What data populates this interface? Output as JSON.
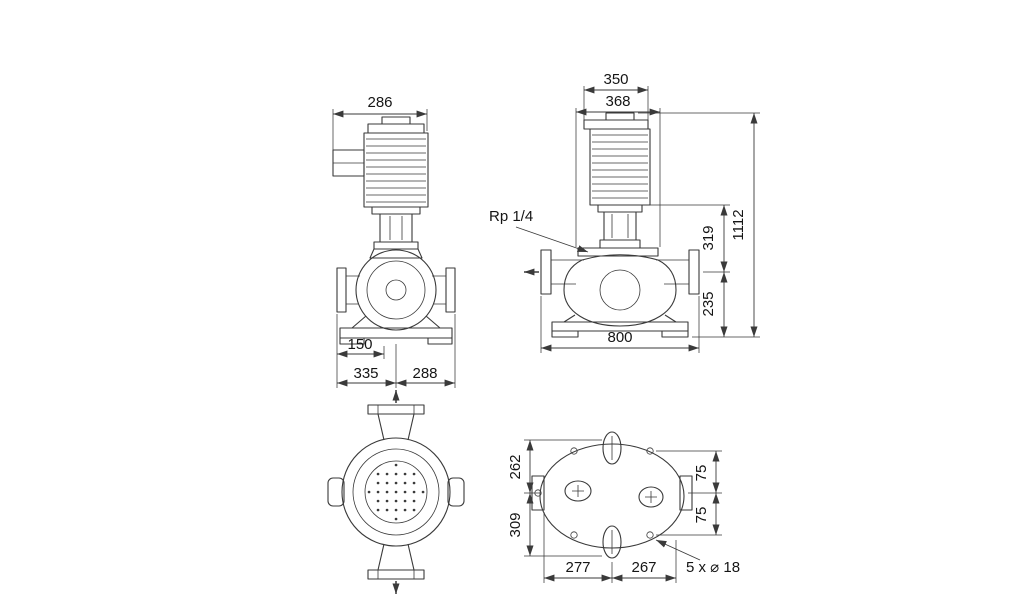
{
  "views": {
    "front": {
      "dims": {
        "motor_width": "286",
        "port_offset": "150",
        "base_left": "335",
        "base_right": "288"
      }
    },
    "side": {
      "dims": {
        "fan_cover_width": "350",
        "head_width": "368",
        "total_height": "1112",
        "mid_height": "319",
        "base_height": "235",
        "length": "800"
      },
      "labels": {
        "tapping": "Rp 1/4"
      }
    },
    "plan": {
      "dims": {
        "upper_half": "262",
        "lower_half": "309",
        "hole_offset_top": "75",
        "hole_offset_bottom": "75",
        "bottom_left": "277",
        "bottom_right": "267"
      },
      "labels": {
        "holes": "5 x ⌀ 18"
      }
    }
  }
}
